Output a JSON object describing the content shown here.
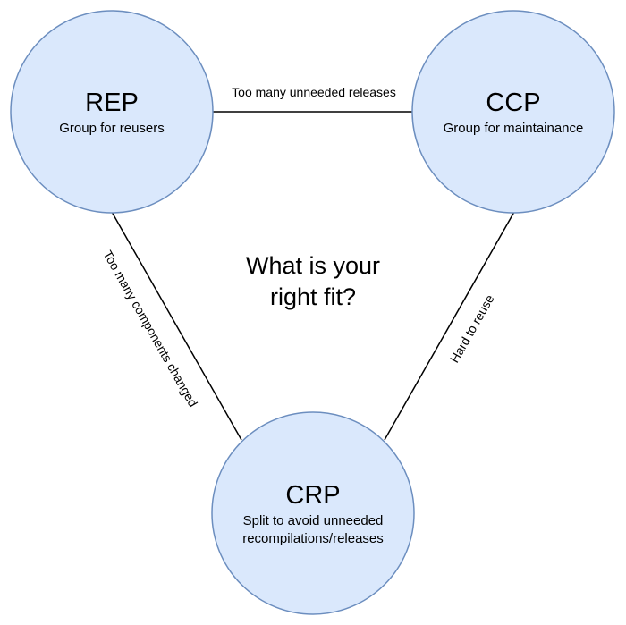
{
  "diagram": {
    "nodes": {
      "rep": {
        "title": "REP",
        "subtitle": "Group for reusers"
      },
      "ccp": {
        "title": "CCP",
        "subtitle": "Group for maintainance"
      },
      "crp": {
        "title": "CRP",
        "subtitle_line1": "Split to avoid unneeded",
        "subtitle_line2": "recompilations/releases"
      }
    },
    "edges": {
      "rep_ccp": "Too many unneeded releases",
      "rep_crp": "Too many components changed",
      "ccp_crp": "Hard to reuse"
    },
    "center": {
      "line1": "What is your",
      "line2": "right fit?"
    }
  },
  "colors": {
    "node_fill": "#dae8fc",
    "node_stroke": "#6c8ebf",
    "edge": "#000000"
  }
}
